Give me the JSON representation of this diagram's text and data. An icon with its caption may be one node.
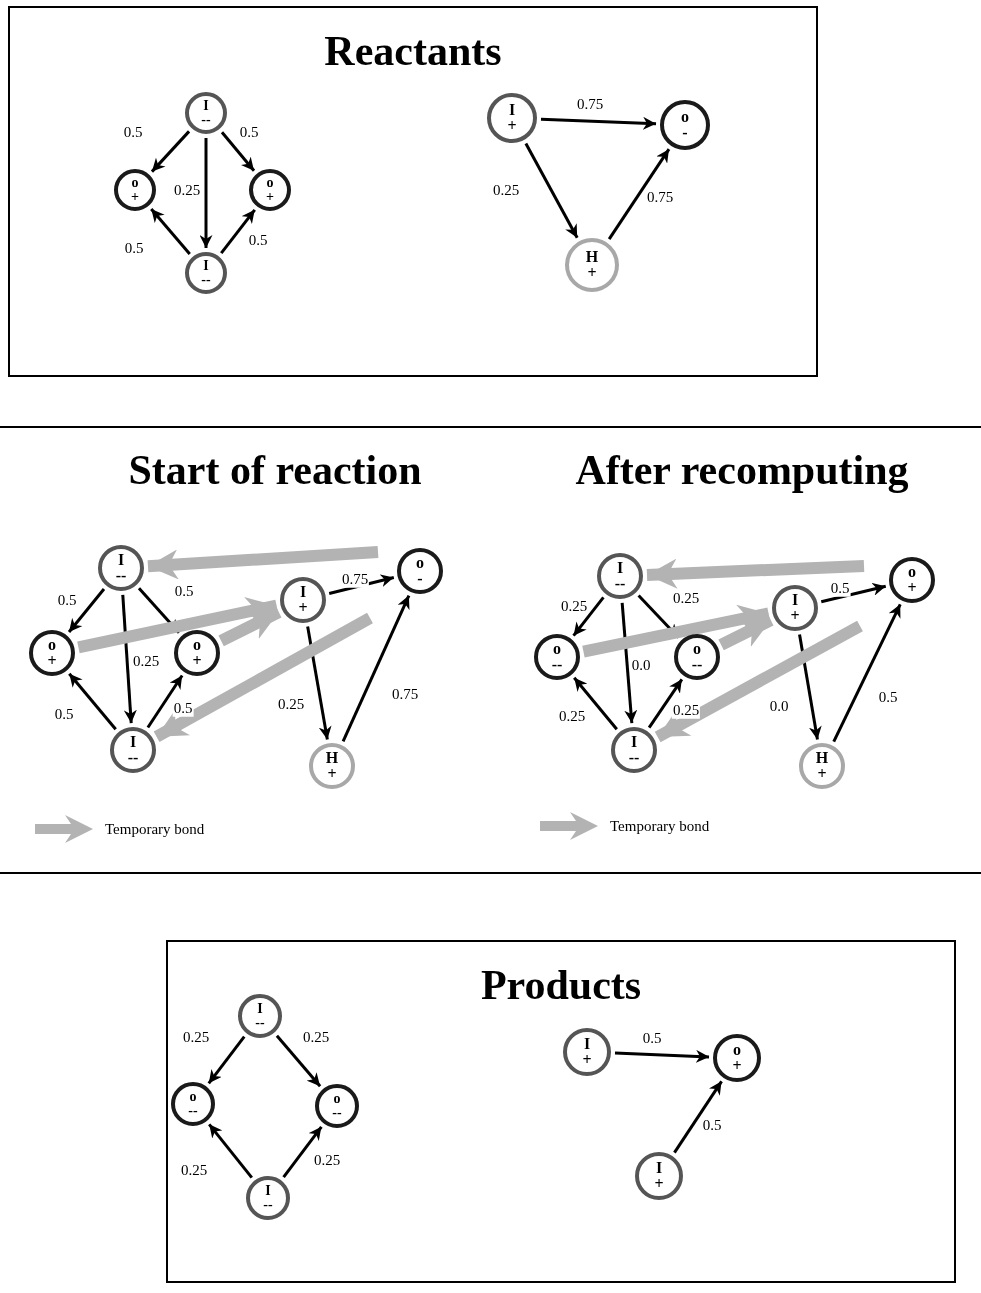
{
  "diagram": {
    "nodes": [
      {
        "text": [
          "Reactants"
        ]
      },
      {
        "text": [
          "I",
          "--"
        ],
        "in": 0
      },
      {
        "text": [
          "o",
          "+"
        ],
        "in": 0
      },
      {
        "text": [
          "o",
          "+"
        ],
        "in": 0
      },
      {
        "text": [
          "I",
          "--"
        ],
        "in": 0
      },
      {
        "text": [
          "I",
          "+"
        ],
        "in": 0
      },
      {
        "text": [
          "o",
          "-"
        ],
        "in": 0
      },
      {
        "text": [
          "H",
          "+"
        ],
        "in": 0
      },
      {
        "text": [
          "I",
          "--"
        ]
      },
      {
        "text": [
          "o",
          "+"
        ]
      },
      {
        "text": [
          "o",
          "+"
        ]
      },
      {
        "text": [
          "I",
          "--"
        ]
      },
      {
        "text": [
          "I",
          "+"
        ]
      },
      {
        "text": [
          "o",
          "-"
        ]
      },
      {
        "text": [
          "H",
          "+"
        ]
      },
      {
        "text": [
          "I",
          "--"
        ]
      },
      {
        "text": [
          "o",
          "--"
        ]
      },
      {
        "text": [
          "o",
          "--"
        ]
      },
      {
        "text": [
          "I",
          "--"
        ]
      },
      {
        "text": [
          "I",
          "+"
        ]
      },
      {
        "text": [
          "o",
          "+"
        ]
      },
      {
        "text": [
          "H",
          "+"
        ]
      },
      {
        "text": [
          "Products"
        ]
      },
      {
        "text": [
          "I",
          "--"
        ],
        "in": 22
      },
      {
        "text": [
          "o",
          "--"
        ],
        "in": 22
      },
      {
        "text": [
          "o",
          "--"
        ],
        "in": 22
      },
      {
        "text": [
          "I",
          "--"
        ],
        "in": 22
      },
      {
        "text": [
          "I",
          "+"
        ],
        "in": 22
      },
      {
        "text": [
          "o",
          "+"
        ],
        "in": 22
      },
      {
        "text": [
          "I",
          "+"
        ],
        "in": 22
      }
    ],
    "edges": [
      {
        "from": 1,
        "to": 2,
        "arrow": "to",
        "label": "0.5"
      },
      {
        "from": 1,
        "to": 3,
        "arrow": "to",
        "label": "0.5"
      },
      {
        "from": 1,
        "to": 4,
        "arrow": "to",
        "label": "0.25"
      },
      {
        "from": 4,
        "to": 2,
        "arrow": "to",
        "label": "0.5"
      },
      {
        "from": 4,
        "to": 3,
        "arrow": "to",
        "label": "0.5"
      },
      {
        "from": 5,
        "to": 6,
        "arrow": "to",
        "label": "0.75"
      },
      {
        "from": 5,
        "to": 7,
        "arrow": "to",
        "label": "0.25"
      },
      {
        "from": 7,
        "to": 6,
        "arrow": "to",
        "label": "0.75"
      },
      {
        "from": 8,
        "to": 9,
        "arrow": "to",
        "label": "0.5"
      },
      {
        "from": 8,
        "to": 10,
        "arrow": "to",
        "label": "0.5"
      },
      {
        "from": 8,
        "to": 11,
        "arrow": "to",
        "label": "0.25"
      },
      {
        "from": 11,
        "to": 9,
        "arrow": "to",
        "label": "0.5"
      },
      {
        "from": 11,
        "to": 10,
        "arrow": "to",
        "label": "0.5"
      },
      {
        "from": 12,
        "to": 13,
        "arrow": "to",
        "label": "0.75"
      },
      {
        "from": 12,
        "to": 14,
        "arrow": "to",
        "label": "0.25"
      },
      {
        "from": 14,
        "to": 13,
        "arrow": "to",
        "label": "0.75"
      },
      {
        "from": null,
        "to": 8,
        "arrow": "to",
        "style": "thick",
        "color": "#b3b3b3"
      },
      {
        "from": 9,
        "to": 12,
        "arrow": "to",
        "style": "thick",
        "color": "#b3b3b3"
      },
      {
        "from": 10,
        "to": 12,
        "arrow": "to",
        "style": "thick",
        "color": "#b3b3b3"
      },
      {
        "from": null,
        "to": 11,
        "arrow": "to",
        "style": "thick",
        "color": "#b3b3b3"
      },
      {
        "from": 15,
        "to": 16,
        "arrow": "to",
        "label": "0.25"
      },
      {
        "from": 15,
        "to": 17,
        "arrow": "to",
        "label": "0.25"
      },
      {
        "from": 15,
        "to": 18,
        "arrow": "to",
        "label": "0.0"
      },
      {
        "from": 18,
        "to": 16,
        "arrow": "to",
        "label": "0.25"
      },
      {
        "from": 18,
        "to": 17,
        "arrow": "to",
        "label": "0.25"
      },
      {
        "from": 19,
        "to": 20,
        "arrow": "to",
        "label": "0.5"
      },
      {
        "from": 19,
        "to": 21,
        "arrow": "to",
        "label": "0.0"
      },
      {
        "from": 21,
        "to": 20,
        "arrow": "to",
        "label": "0.5"
      },
      {
        "from": null,
        "to": 15,
        "arrow": "to",
        "style": "thick",
        "color": "#b3b3b3"
      },
      {
        "from": 16,
        "to": 19,
        "arrow": "to",
        "style": "thick",
        "color": "#b3b3b3"
      },
      {
        "from": 17,
        "to": 19,
        "arrow": "to",
        "style": "thick",
        "color": "#b3b3b3"
      },
      {
        "from": null,
        "to": 18,
        "arrow": "to",
        "style": "thick",
        "color": "#b3b3b3"
      },
      {
        "from": 23,
        "to": 24,
        "arrow": "to",
        "label": "0.25"
      },
      {
        "from": 23,
        "to": 25,
        "arrow": "to",
        "label": "0.25"
      },
      {
        "from": 26,
        "to": 24,
        "arrow": "to",
        "label": "0.25"
      },
      {
        "from": 26,
        "to": 25,
        "arrow": "to",
        "label": "0.25"
      },
      {
        "from": 27,
        "to": 28,
        "arrow": "to",
        "label": "0.5"
      },
      {
        "from": 29,
        "to": 28,
        "arrow": "to",
        "label": "0.5"
      }
    ],
    "labels": [
      "Start of reaction",
      "After recomputing"
    ],
    "legend": [
      {
        "text": "Temporary bond"
      },
      {
        "text": "Temporary bond"
      }
    ]
  }
}
